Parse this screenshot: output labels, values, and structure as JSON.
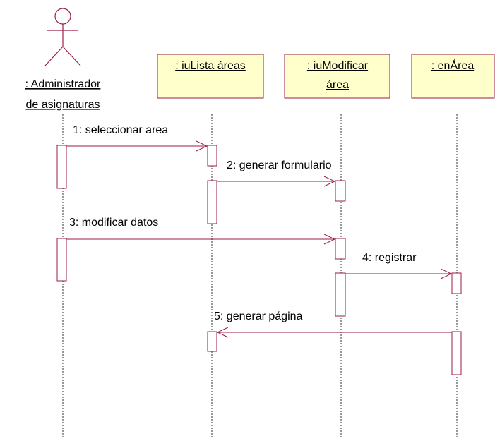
{
  "diagram": {
    "actor": {
      "name_line1": ": Administrador",
      "name_line2": "de asignaturas"
    },
    "objects": [
      {
        "label_line1": " : iuLista áreas",
        "label_line2": ""
      },
      {
        "label_line1": " : iuModificar",
        "label_line2": "área"
      },
      {
        "label_line1": " : enÁrea",
        "label_line2": ""
      }
    ],
    "messages": [
      {
        "label": "1: seleccionar area"
      },
      {
        "label": "2: generar formulario"
      },
      {
        "label": "3: modificar datos"
      },
      {
        "label": "4: registrar"
      },
      {
        "label": "5: generar página"
      }
    ]
  },
  "colors": {
    "object_fill": "#ffffcc",
    "object_border": "#9b1c4a",
    "message_line": "#9b1c4a",
    "activation_border": "#9b1c4a",
    "lifeline": "#333333",
    "actor_stroke": "#9b1c4a",
    "text": "#000000"
  }
}
